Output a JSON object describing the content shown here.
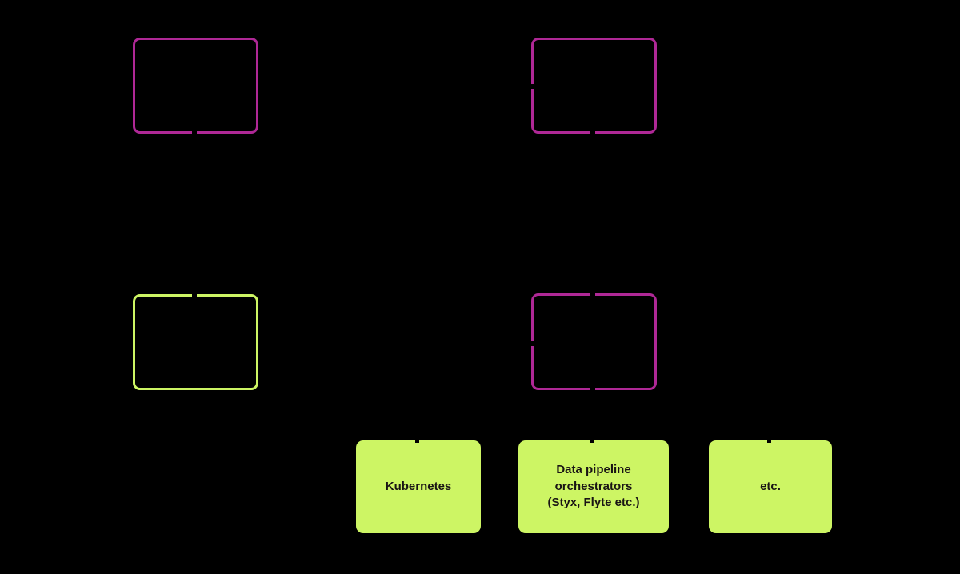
{
  "diagram": {
    "background": "#000000",
    "colors": {
      "magenta": "#AF2896",
      "lime": "#CDF564",
      "label_ink": "#191414"
    },
    "outline_nodes": [
      {
        "id": "top-left",
        "border_color_name": "magenta"
      },
      {
        "id": "top-right",
        "border_color_name": "magenta"
      },
      {
        "id": "mid-left",
        "border_color_name": "lime"
      },
      {
        "id": "mid-right",
        "border_color_name": "magenta"
      }
    ],
    "filled_nodes": [
      {
        "id": "kubernetes",
        "label": "Kubernetes"
      },
      {
        "id": "data-pipeline-orchestrators",
        "label": "Data pipeline\norchestrators\n(Styx, Flyte etc.)"
      },
      {
        "id": "etc",
        "label": "etc."
      }
    ]
  }
}
